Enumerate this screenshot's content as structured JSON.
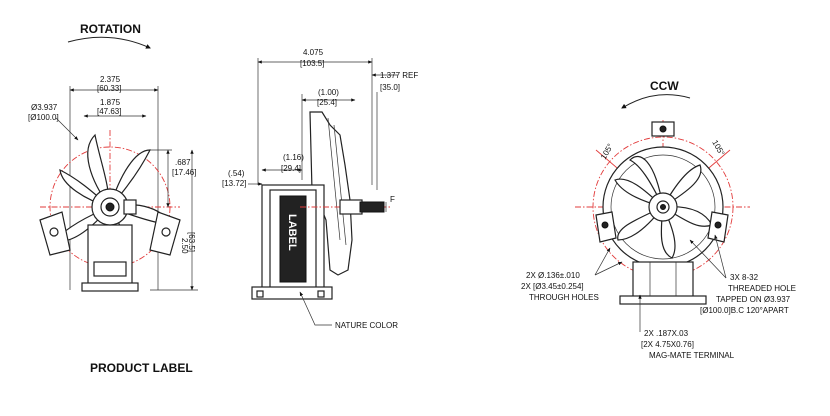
{
  "left_view": {
    "rotation_label": "ROTATION",
    "dim_width_outer": "2.375",
    "dim_width_outer_mm": "[60.33]",
    "dim_width_inner": "1.875",
    "dim_width_inner_mm": "[47.63]",
    "dim_diameter": "Ø3.937",
    "dim_diameter_mm": "[Ø100.0]",
    "dim_offset": ".687",
    "dim_offset_mm": "[17.46]",
    "dim_height": "2.50",
    "dim_height_mm": "[63.5]"
  },
  "side_view": {
    "dim_length": "4.075",
    "dim_length_mm": "[103.5]",
    "dim_ref": "1.377 REF",
    "dim_ref_mm": "[35.0]",
    "dim_shaft": "(1.00)",
    "dim_shaft_mm": "[25.4]",
    "dim_stack": "(1.16)",
    "dim_stack_mm": "[29.4]",
    "dim_base": "(.54)",
    "dim_base_mm": "[13.72]",
    "label_text": "LABEL",
    "nature_color": "NATURE COLOR",
    "shaft_mark": "F"
  },
  "right_view": {
    "ccw_label": "CCW",
    "angle_left": "105°",
    "angle_right": "105°",
    "holes_line1": "2X Ø.136±.010",
    "holes_line2": "2X [Ø3.45±0.254]",
    "holes_line3": "THROUGH HOLES",
    "thread_line1": "3X 8-32",
    "thread_line2": "THREADED HOLE",
    "thread_line3": "TAPPED ON Ø3.937",
    "thread_line4": "[Ø100.0]B.C 120°APART",
    "terminal_line1": "2X .187X.03",
    "terminal_line2": "[2X 4.75X0.76]",
    "terminal_line3": "MAG-MATE TERMINAL"
  },
  "product_label": "PRODUCT LABEL"
}
